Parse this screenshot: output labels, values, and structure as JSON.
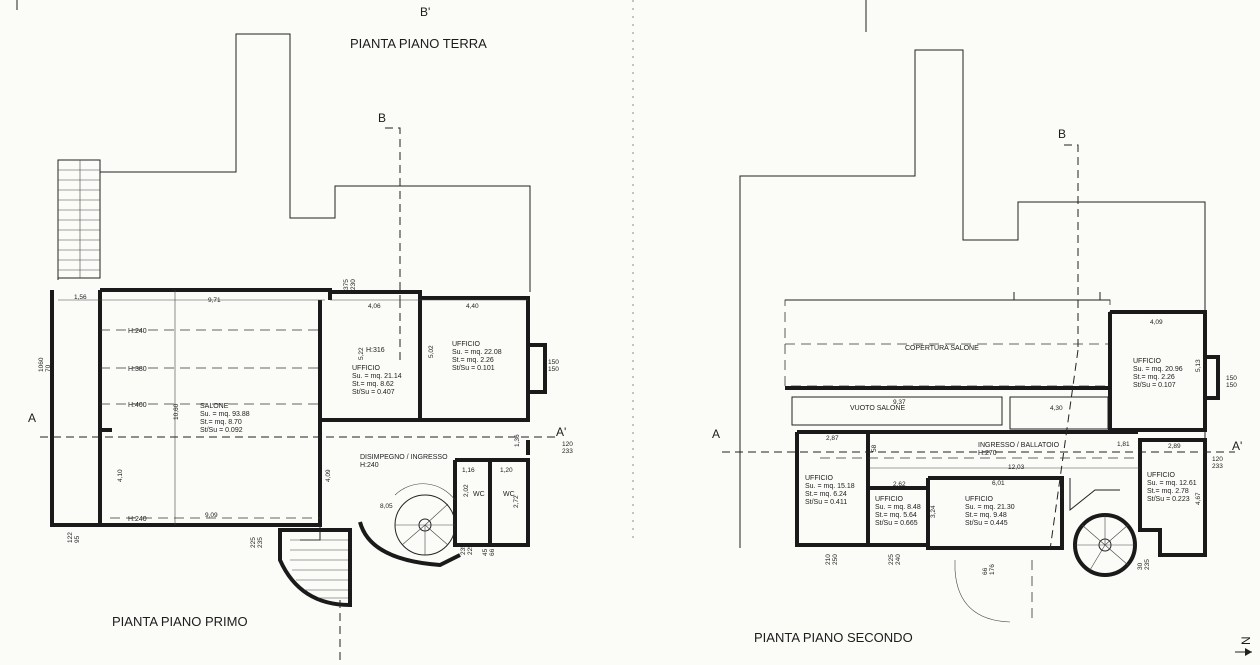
{
  "titles": {
    "terra": "PIANTA PIANO TERRA",
    "primo": "PIANTA PIANO PRIMO",
    "secondo": "PIANTA PIANO SECONDO"
  },
  "sections": {
    "b_prime_top": "B'",
    "b_left": "B",
    "b_right": "B",
    "a_left1": "A",
    "a_prime_left": "A'",
    "a_left2": "A",
    "a_prime_right": "A'"
  },
  "north": "N",
  "primo": {
    "salone": {
      "name": "SALONE",
      "su": "Su. = mq. 93.88",
      "st": "St.= mq. 8.70",
      "ratio": "St/Su = 0.092"
    },
    "uff1": {
      "name": "UFFICIO",
      "su": "Su. = mq. 21.14",
      "st": "St.= mq. 8.62",
      "ratio": "St/Su = 0.407"
    },
    "uff2": {
      "name": "UFFICIO",
      "su": "Su. = mq. 22.08",
      "st": "St.= mq. 2.26",
      "ratio": "St/Su = 0.101"
    },
    "disimpegno": {
      "name": "DISIMPEGNO / INGRESSO",
      "h": "H:240"
    },
    "h316": "H:316",
    "wc1": "WC",
    "wc2": "WC",
    "heights": [
      "H:240",
      "H:380",
      "H:400",
      "H:240"
    ],
    "dims": {
      "d156": "1,56",
      "d971": "9,71",
      "d406": "4,06",
      "d440": "4,40",
      "d909": "9,09",
      "d1060": "10,60",
      "d410": "4,10",
      "d522": "5,22",
      "d502": "5,02",
      "d409": "4,09",
      "d805": "8,05",
      "d272": "2,72",
      "d202": "2,02",
      "d116": "1,16",
      "d120": "1,20",
      "d136": "1,36",
      "d375": "375",
      "d230": "230",
      "d1060v": "1060",
      "d70": "70",
      "d150a": "150",
      "d150b": "150",
      "d120r": "120",
      "d233": "233",
      "d122": "122",
      "d95": "95",
      "d225": "225",
      "d235": "235",
      "d235b": "235",
      "d45": "45",
      "d66": "66",
      "d225b": "225"
    }
  },
  "secondo": {
    "copertura": "COPERTURA SALONE",
    "vuoto": "VUOTO SALONE",
    "ingresso": {
      "name": "INGRESSO / BALLATOIO",
      "h": "H:270"
    },
    "uffTR": {
      "name": "UFFICIO",
      "su": "Su. = mq. 20.96",
      "st": "St.= mq. 2.26",
      "ratio": "St/Su = 0.107"
    },
    "uffL": {
      "name": "UFFICIO",
      "su": "Su. = mq. 15.18",
      "st": "St.= mq. 6.24",
      "ratio": "St/Su = 0.411"
    },
    "uffS": {
      "name": "UFFICIO",
      "su": "Su. = mq. 8.48",
      "st": "St.= mq. 5.64",
      "ratio": "St/Su = 0.665"
    },
    "uffM": {
      "name": "UFFICIO",
      "su": "Su. = mq. 21.30",
      "st": "St.= mq. 9.48",
      "ratio": "St/Su = 0.445"
    },
    "uffR": {
      "name": "UFFICIO",
      "su": "Su. = mq. 12.61",
      "st": "St.= mq. 2.78",
      "ratio": "St/Su = 0.223"
    },
    "dims": {
      "d409": "4,09",
      "d937": "9,37",
      "d430": "4,30",
      "d287": "2,87",
      "d181": "1,81",
      "d289": "2,89",
      "d1203": "12,03",
      "d262": "2,62",
      "d601": "6,01",
      "d513": "5,13",
      "d467": "4,67",
      "d324": "3,24",
      "d150a": "150",
      "d150b": "150",
      "d120": "120",
      "d233": "233",
      "d210": "210",
      "d250": "250",
      "d225": "225",
      "d240": "240",
      "d66": "66",
      "d176": "176",
      "d30": "30",
      "d235": "235",
      "d58": "58"
    }
  }
}
